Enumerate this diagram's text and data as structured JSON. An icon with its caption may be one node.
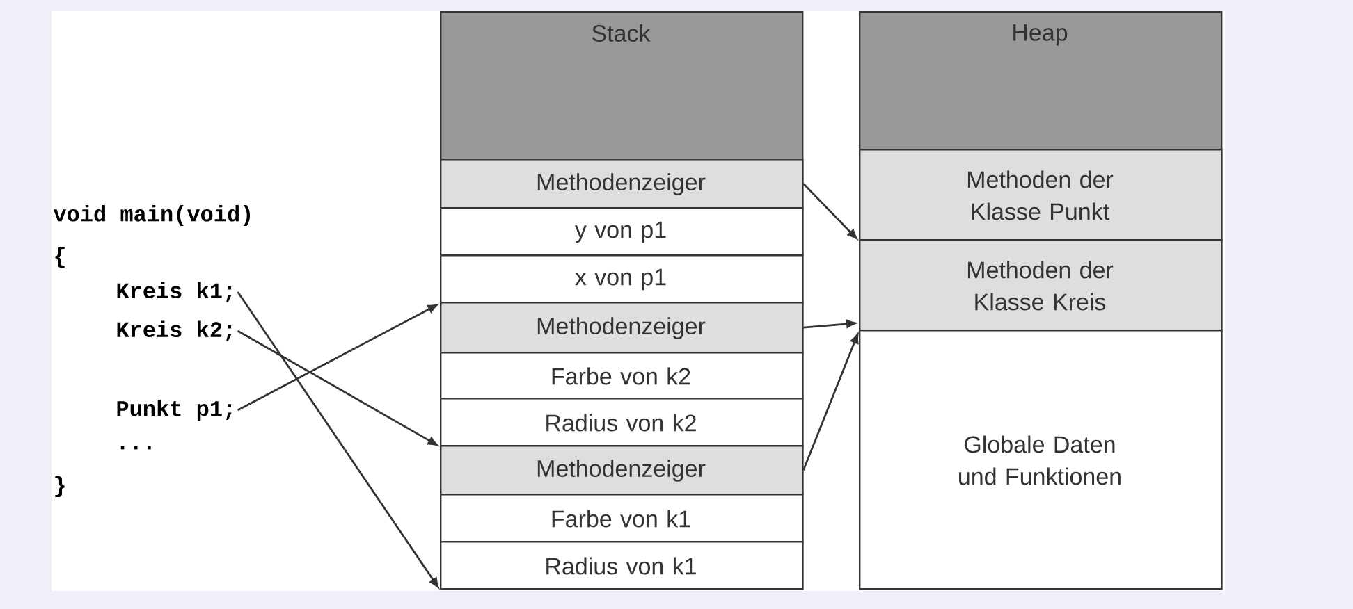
{
  "diagram": {
    "nodes": [
      {
        "text": [
          "Kreis k1;"
        ]
      },
      {
        "text": [
          "Kreis k2;"
        ]
      },
      {
        "text": [
          "Punkt p1;"
        ]
      },
      {
        "text": [
          "Stack"
        ]
      },
      {
        "text": [
          "Methodenzeiger"
        ],
        "in": 3
      },
      {
        "text": [
          "y von p1"
        ],
        "in": 3
      },
      {
        "text": [
          "x von p1"
        ],
        "in": 3
      },
      {
        "text": [
          "Methodenzeiger"
        ],
        "in": 3
      },
      {
        "text": [
          "Farbe von k2"
        ],
        "in": 3
      },
      {
        "text": [
          "Radius von k2"
        ],
        "in": 3
      },
      {
        "text": [
          "Methodenzeiger"
        ],
        "in": 3
      },
      {
        "text": [
          "Farbe von k1"
        ],
        "in": 3
      },
      {
        "text": [
          "Radius von k1"
        ],
        "in": 3
      },
      {
        "text": [
          "Heap"
        ]
      },
      {
        "text": [
          "Methoden der Klasse Punkt"
        ],
        "in": 13
      },
      {
        "text": [
          "Methoden der Klasse Kreis"
        ],
        "in": 13
      },
      {
        "text": [
          "Globale Daten und Funktionen"
        ],
        "in": 13
      }
    ],
    "edges": [
      {
        "from": 0,
        "to": 12,
        "arrow": "to"
      },
      {
        "from": 1,
        "to": 9,
        "arrow": "to"
      },
      {
        "from": 2,
        "to": 6,
        "arrow": "to"
      },
      {
        "from": 4,
        "to": 14,
        "arrow": "to"
      },
      {
        "from": 7,
        "to": 15,
        "arrow": "to"
      },
      {
        "from": 10,
        "to": 15,
        "arrow": "to"
      }
    ],
    "labels": [
      "void main(void)",
      "{",
      "...",
      "}"
    ]
  }
}
